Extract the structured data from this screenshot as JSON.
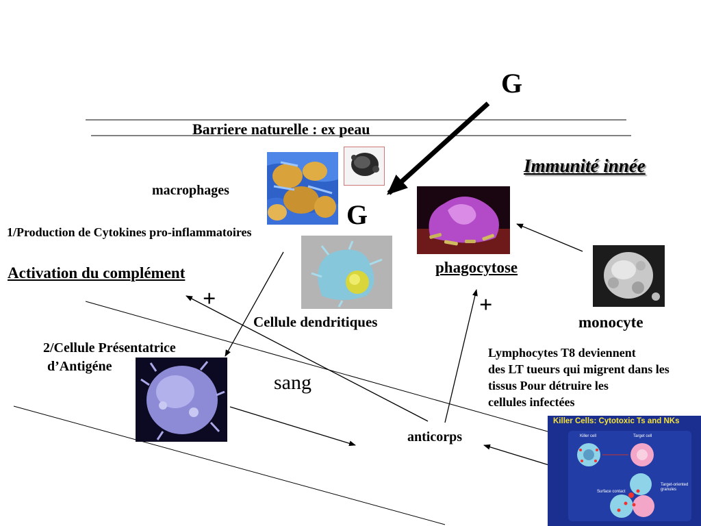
{
  "labels": {
    "g_top": "G",
    "g_mid": "G",
    "barriere": "Barriere naturelle : ex peau",
    "immunite": "Immunité innée",
    "macrophages": "macrophages",
    "production": "1/Production de Cytokines pro-inflammatoires",
    "activation": "Activation du complément",
    "plus_left": "+",
    "plus_right": "+",
    "phagocytose": "phagocytose",
    "monocyte": "monocyte",
    "cellule_dendritiques": "Cellule dendritiques",
    "cpa_line1": "2/Cellule Présentatrice",
    "cpa_line2": "d’Antigéne",
    "sang": "sang",
    "anticorps": "anticorps",
    "lymphocytes": [
      "Lymphocytes T8 deviennent",
      "des LT tueurs qui migrent dans les",
      "tissus Pour détruire les",
      "cellules infectées"
    ]
  },
  "killer_panel": {
    "title": "Killer Cells: Cytotoxic Ts and NKs",
    "killer_cell": "Killer cell",
    "target_cell": "Target cell",
    "surface_contact": "Surface contact",
    "target_oriented": "Target-oriented granules"
  },
  "colors": {
    "accent_blue": "#1a2f8f",
    "title_yellow": "#f5e23a",
    "pink_cell": "#f3a6c8",
    "cyan_cell": "#8fd3e8"
  }
}
